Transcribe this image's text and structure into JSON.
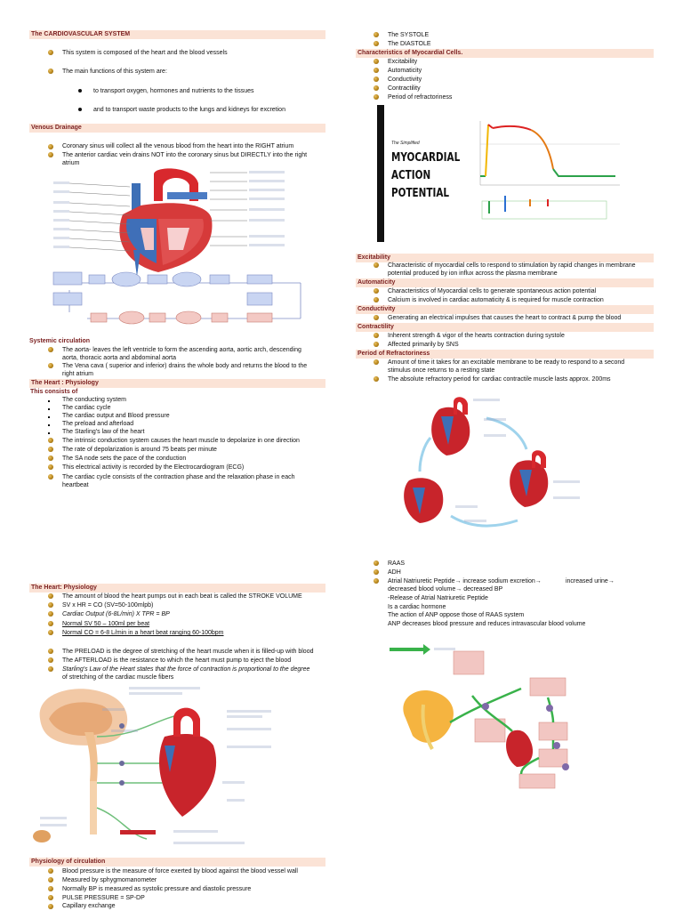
{
  "left": {
    "cardio_title": "The CARDIOVASCULAR              SYSTEM",
    "intro": [
      "This system is composed of the heart and the blood vessels",
      "The main functions of this system are:"
    ],
    "functions": [
      "to transport oxygen, hormones and nutrients to the tissues",
      "and to transport waste products to the lungs and kidneys for excretion"
    ],
    "venous_title": "Venous Drainage",
    "venous": [
      "Coronary sinus will collect all the venous blood from the heart into the RIGHT atrium",
      "The anterior cardiac vein drains NOT into the coronary sinus but DIRECTLY into the right",
      "atrium"
    ],
    "systemic_title": "Systemic circulation",
    "systemic": [
      "The aorta- leaves the left ventricle to form the ascending aorta, aortic arch, descending",
      "aorta, thoracic aorta and abdominal aorta",
      "The Vena cava ( superior and inferior) drains the whole body and returns the blood to the",
      "right atrium"
    ],
    "physiology_title": "The Heart : Physiology",
    "consists_title": "This consists of",
    "consists": [
      "The conducting system",
      "The cardiac cycle",
      "The cardiac output and Blood pressure",
      "The preload and afterload",
      "The Starling's law of the heart"
    ],
    "conduction": [
      "The intrinsic conduction system causes the heart muscle to depolarize in one direction",
      "The rate of depolarization is around 75 beats per minute",
      "The SA node sets the pace of the conduction",
      "This electrical activity is recorded by the Electrocardiogram (ECG)",
      "The cardiac cycle consists of the contraction phase and the relaxation phase in each",
      "heartbeat"
    ],
    "physiology2_title": "The Heart: Physiology",
    "stroke_line": "The amount of blood the heart pumps out in each beat is called the STROKE VOLUME",
    "output_lines": [
      "SV x HR = CO    (SV=50-100mlpb)",
      "Cardiac Output (6-8L/min) X TPR = BP",
      "Normal SV 50 – 100ml per beat",
      "Normal CO = 6-8 L/min in a heart beat ranging 60-100bpm"
    ],
    "load_lines": [
      "The PRELOAD is the degree of stretching of the heart muscle when it is filled-up with blood",
      "The AFTERLOAD is the resistance to which the heart must pump to eject the blood",
      "Starling's Law of the Heart states that the force of contraction is proportional to the degree",
      "of stretching of the cardiac muscle fibers"
    ],
    "circ_title": "Physiology of circulation",
    "circ": [
      "Blood pressure is the measure of force exerted by blood against the blood vessel wall",
      "Measured by sphygmomanometer",
      "Normally BP is measured as systolic pressure and diastolic pressure",
      "PULSE PRESSURE = SP-DP",
      "Capillary exchange"
    ]
  },
  "right": {
    "top_items": [
      "The SYSTOLE",
      "The DIASTOLE"
    ],
    "chars_title": "Characteristics of Myocardial Cells.",
    "chars": [
      "Excitability",
      "Automaticity",
      "Conductivity",
      "Contractility",
      "Period of refractoriness"
    ],
    "poster_small": "The Simplified",
    "poster_big": [
      "MYOCARDIAL",
      "ACTION",
      "POTENTIAL"
    ],
    "excit_title": "Excitability",
    "excit": [
      "Characteristic of myocardial cells to respond to stimulation by rapid changes in membrane",
      "potential produced by ion influx across the plasma membrane"
    ],
    "auto_title": "Automaticity",
    "auto": [
      "Characteristics of Myocardial cells to generate spontaneous action potential",
      "Calcium is involved in cardiac automaticity & is required for muscle contraction"
    ],
    "cond_title": "Conductivity",
    "cond": [
      "Generating an electrical impulses that causes the heart to contract & pump the blood"
    ],
    "contr_title": "Contractility",
    "contr": [
      "Inherent strength & vigor of the hearts contraction during systole",
      "Affected primarily by SNS"
    ],
    "refr_title": "Period of Refractoriness",
    "refr": [
      "Amount of time it takes for an excitable membrane to be ready to respond to a second",
      "stimulus once returns to a resting state",
      "The absolute refractory period for cardiac contractile muscle lasts approx. 200ms"
    ],
    "hormones": [
      "RAAS",
      "ADH",
      "Atrial Natriuretic Peptide→ increase sodium excretion→              increased urine→"
    ],
    "anp_lines": [
      "decreased blood volume→ decreased BP",
      "-Release of Atrial Natriuretic Peptide",
      "Is a cardiac hormone",
      "The action of ANP oppose those of RAAS system",
      "ANP decreases blood pressure and reduces intravascular blood volume"
    ]
  },
  "colors": {
    "header_bg": "#fbe3d6",
    "header_text": "#7a1e1e",
    "bullet": "#b8861b"
  }
}
